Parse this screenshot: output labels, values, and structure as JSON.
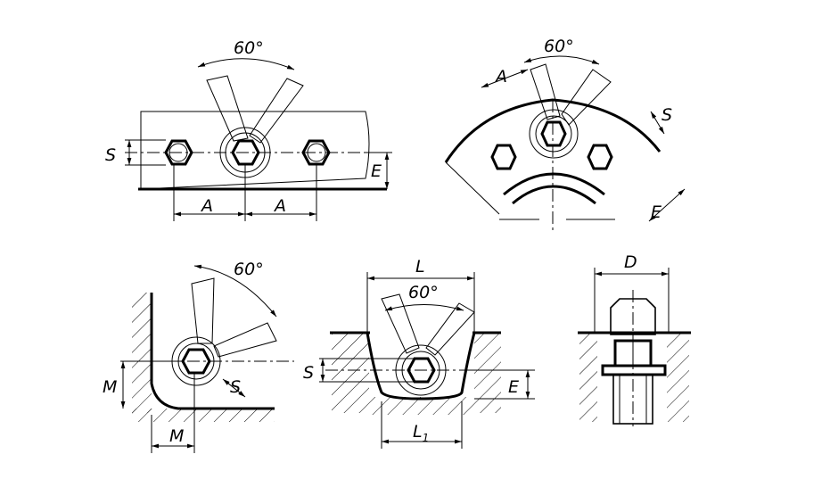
{
  "diagram": {
    "labels": {
      "angle": "60",
      "degree_mark": "°",
      "A": "A",
      "S": "S",
      "E": "E",
      "M": "M",
      "L": "L",
      "L1": "L",
      "L1_sub": "1",
      "D": "D"
    }
  }
}
